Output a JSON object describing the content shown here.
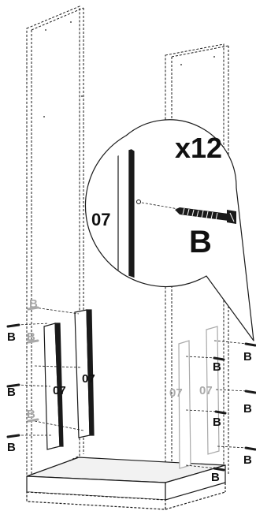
{
  "callout": {
    "quantity": "x12",
    "part_label": "07",
    "fastener_label": "B"
  },
  "left_panel": {
    "cleat_labels": [
      "07",
      "07"
    ],
    "fastener_labels": [
      "B",
      "B",
      "B",
      "B",
      "B",
      "B"
    ]
  },
  "right_panel": {
    "cleat_labels": [
      "07",
      "07"
    ],
    "fastener_labels": [
      "B",
      "B",
      "B",
      "B",
      "B",
      "B"
    ]
  },
  "colors": {
    "line": "#1a1a1a",
    "dim": "#a9a9a9",
    "panel_fill": "#ffffff",
    "base_fill": "#f2f2f2"
  }
}
